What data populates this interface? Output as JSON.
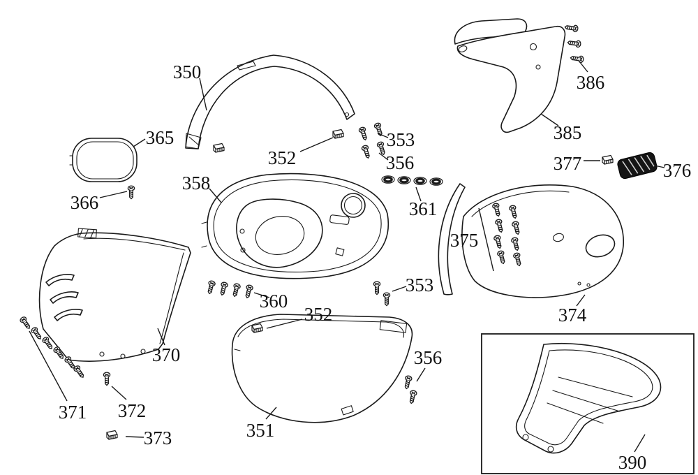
{
  "colors": {
    "background": "#ffffff",
    "line": "#1a1a1a",
    "grille_fill": "#151515"
  },
  "labels": {
    "l350": "350",
    "l351": "351",
    "l352a": "352",
    "l352b": "352",
    "l353a": "353",
    "l353b": "353",
    "l356a": "356",
    "l356b": "356",
    "l358": "358",
    "l360": "360",
    "l361": "361",
    "l365": "365",
    "l366": "366",
    "l370": "370",
    "l371": "371",
    "l372": "372",
    "l373": "373",
    "l374": "374",
    "l375": "375",
    "l376": "376",
    "l377": "377",
    "l385": "385",
    "l386": "386",
    "l390": "390"
  }
}
